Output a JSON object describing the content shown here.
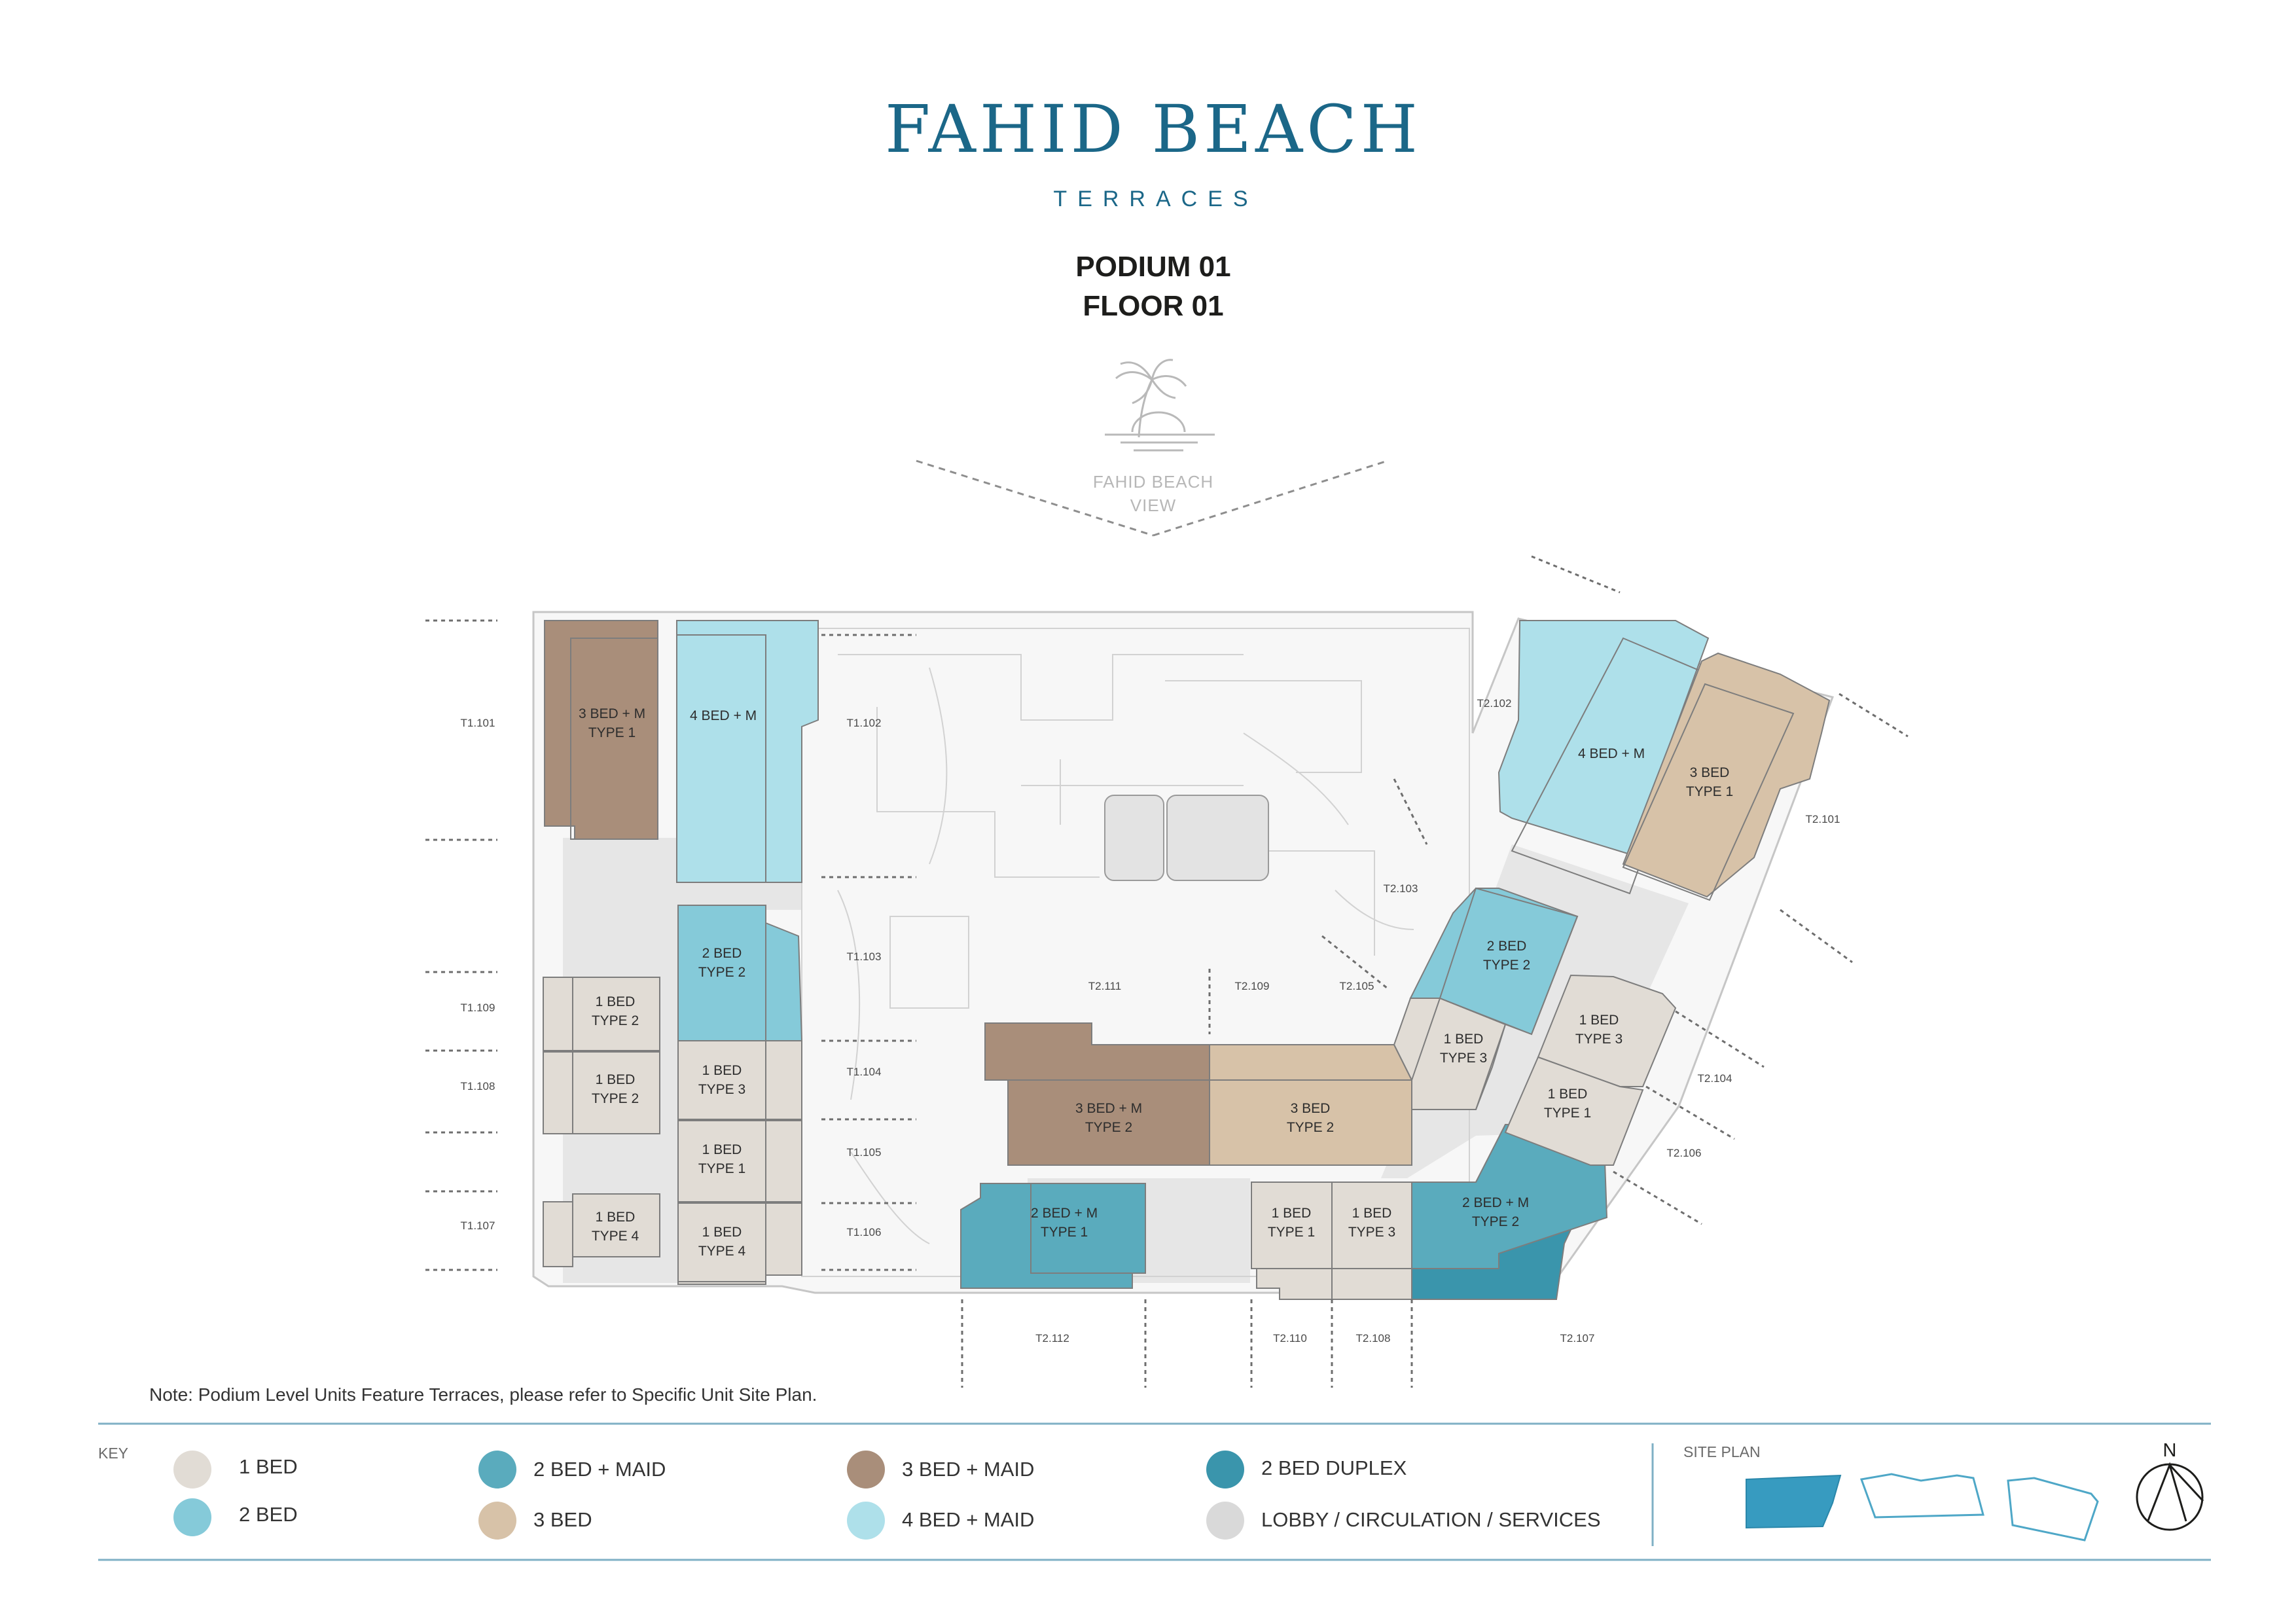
{
  "header": {
    "brand": "FAHID BEACH",
    "subbrand": "TERRACES",
    "title_line1": "PODIUM 01",
    "title_line2": "FLOOR 01"
  },
  "view": {
    "line1": "FAHID BEACH",
    "line2": "VIEW"
  },
  "units": {
    "t1_3bm": [
      "3 BED + M",
      "TYPE 1"
    ],
    "t1_4bm": [
      "4 BED + M"
    ],
    "t1_2b": [
      "2 BED",
      "TYPE 2"
    ],
    "t1_1b_109": [
      "1 BED",
      "TYPE 2"
    ],
    "t1_1b_108": [
      "1 BED",
      "TYPE 2"
    ],
    "t1_1b_107": [
      "1 BED",
      "TYPE 4"
    ],
    "t1_1b_104": [
      "1 BED",
      "TYPE 3"
    ],
    "t1_1b_105": [
      "1 BED",
      "TYPE 1"
    ],
    "t1_1b_106": [
      "1 BED",
      "TYPE 4"
    ],
    "t2_3bm": [
      "3 BED + M",
      "TYPE 2"
    ],
    "t2_3b": [
      "3 BED",
      "TYPE 2"
    ],
    "t2_2bm1": [
      "2 BED + M",
      "TYPE 1"
    ],
    "t2_1b_110": [
      "1 BED",
      "TYPE 1"
    ],
    "t2_1b_108": [
      "1 BED",
      "TYPE 3"
    ],
    "t2_2bm2": [
      "2 BED + M",
      "TYPE 2"
    ],
    "t2_1b_105": [
      "1 BED",
      "TYPE 3"
    ],
    "t2_2b": [
      "2 BED",
      "TYPE 2"
    ],
    "t2_4bm": [
      "4 BED + M"
    ],
    "t2_3b1": [
      "3 BED",
      "TYPE 1"
    ],
    "t2_1b_r3": [
      "1 BED",
      "TYPE 3"
    ],
    "t2_1b_r1": [
      "1 BED",
      "TYPE 1"
    ]
  },
  "unit_codes": {
    "t1_101": "T1.101",
    "t1_102": "T1.102",
    "t1_103": "T1.103",
    "t1_104": "T1.104",
    "t1_105": "T1.105",
    "t1_106": "T1.106",
    "t1_107": "T1.107",
    "t1_108": "T1.108",
    "t1_109": "T1.109",
    "t2_101": "T2.101",
    "t2_102": "T2.102",
    "t2_103": "T2.103",
    "t2_104": "T2.104",
    "t2_105": "T2.105",
    "t2_106": "T2.106",
    "t2_107": "T2.107",
    "t2_108": "T2.108",
    "t2_109": "T2.109",
    "t2_110": "T2.110",
    "t2_111": "T2.111",
    "t2_112": "T2.112"
  },
  "note": "Note: Podium Level Units Feature Terraces, please refer to Specific Unit Site Plan.",
  "key": {
    "title": "KEY",
    "items": [
      {
        "label": "1 BED",
        "color": "#e1dcd5"
      },
      {
        "label": "2 BED",
        "color": "#85cad9"
      },
      {
        "label": "2 BED + MAID",
        "color": "#5aabbd"
      },
      {
        "label": "3 BED",
        "color": "#d7c2a8"
      },
      {
        "label": "3 BED + MAID",
        "color": "#a98e7a"
      },
      {
        "label": "4 BED + MAID",
        "color": "#aee0ea"
      },
      {
        "label": "2 BED DUPLEX",
        "color": "#3a95ac"
      },
      {
        "label": "LOBBY / CIRCULATION / SERVICES",
        "color": "#d9d9d9"
      }
    ]
  },
  "site_plan": {
    "title": "SITE PLAN",
    "north": "N"
  },
  "colors": {
    "brand": "#1b6788",
    "corridor": "#e6e6e6",
    "outline": "#c6c6c6",
    "unit_stroke": "#7d7d7d",
    "site_active": "#379bc0",
    "rule": "#7fb0c5"
  }
}
